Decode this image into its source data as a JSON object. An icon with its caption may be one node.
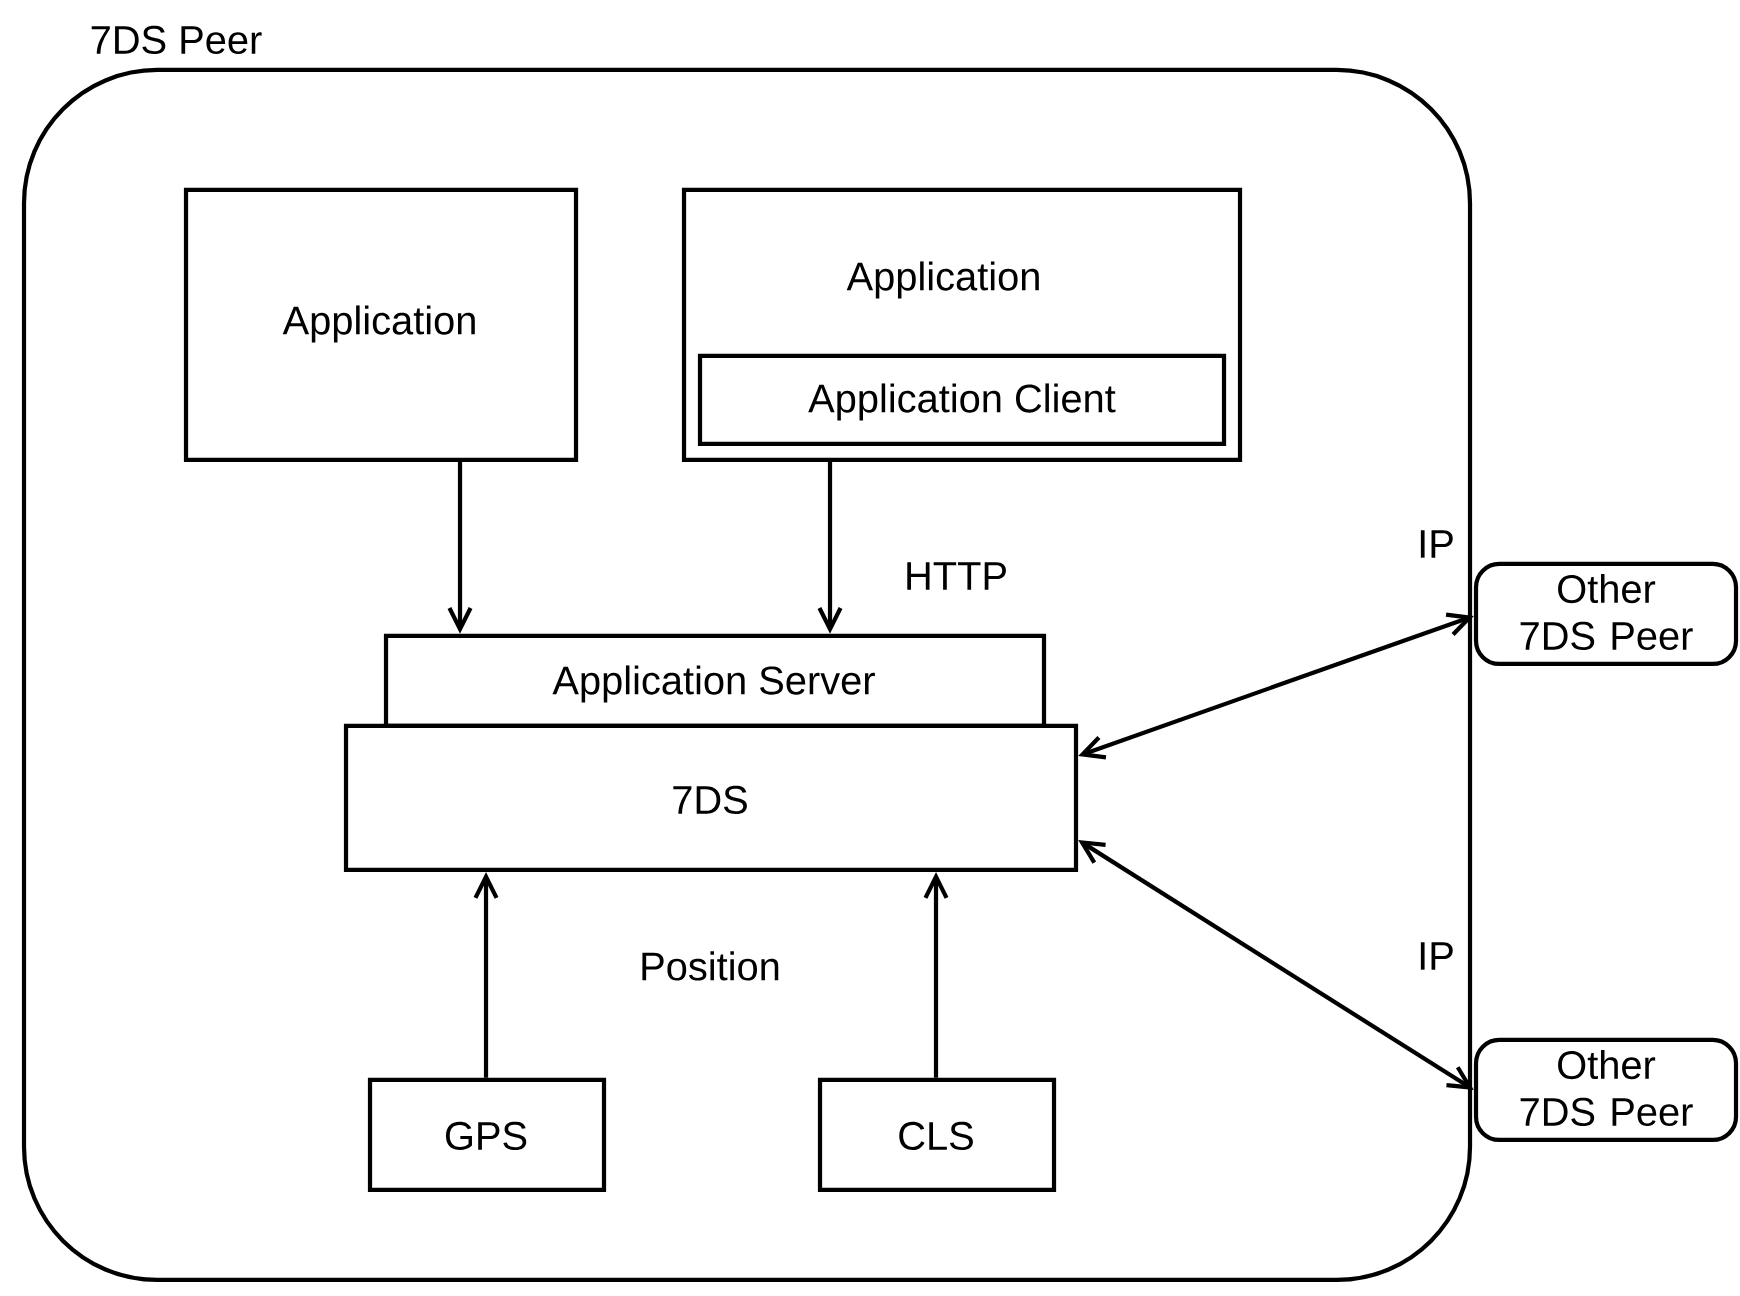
{
  "diagram": {
    "nodes": [
      {
        "text": [
          "7DS Peer"
        ]
      },
      {
        "text": [
          "Application"
        ],
        "in": 0
      },
      {
        "text": [
          "Application"
        ],
        "in": 0
      },
      {
        "text": [
          "Application Client"
        ],
        "in": 2
      },
      {
        "text": [
          "Application Server"
        ],
        "in": 0
      },
      {
        "text": [
          "7DS"
        ],
        "in": 0
      },
      {
        "text": [
          "GPS"
        ],
        "in": 0
      },
      {
        "text": [
          "CLS"
        ],
        "in": 0
      },
      {
        "text": [
          "Other 7DS Peer"
        ]
      },
      {
        "text": [
          "Other 7DS Peer"
        ]
      }
    ],
    "edges": [
      {
        "from": 1,
        "to": 4,
        "arrow": "to"
      },
      {
        "from": 2,
        "to": 4,
        "arrow": "to",
        "label": "HTTP"
      },
      {
        "from": 6,
        "to": 5,
        "arrow": "to"
      },
      {
        "from": 7,
        "to": 5,
        "arrow": "to"
      },
      {
        "from": 5,
        "to": 8,
        "arrow": "both",
        "label": "IP"
      },
      {
        "from": 5,
        "to": 9,
        "arrow": "both",
        "label": "IP"
      }
    ],
    "labels": [
      "Position"
    ]
  }
}
